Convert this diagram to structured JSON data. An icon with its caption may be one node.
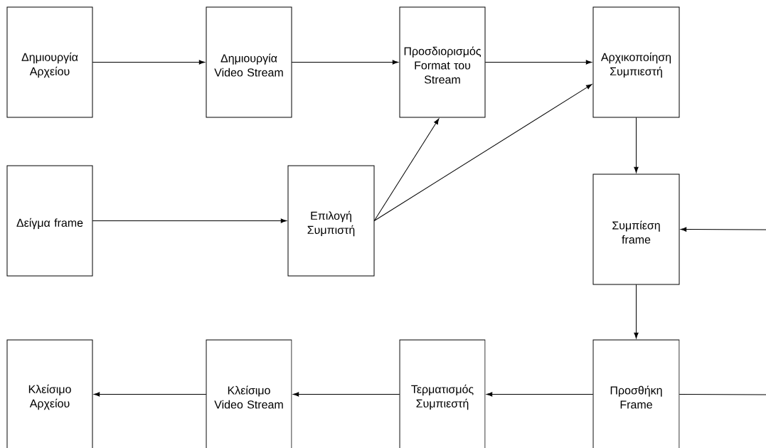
{
  "diagram": {
    "nodes": [
      {
        "text": [
          "Δημιουργία Αρχείου"
        ]
      },
      {
        "text": [
          "Δημιουργία Video Stream"
        ]
      },
      {
        "text": [
          "Προσδιορισμός Format του Stream"
        ]
      },
      {
        "text": [
          "Αρχικοποίηση Συμπιεστή"
        ]
      },
      {
        "text": [
          "Δείγμα frame"
        ]
      },
      {
        "text": [
          "Επιλογή Συμπιστή"
        ]
      },
      {
        "text": [
          "Συμπίεση frame"
        ]
      },
      {
        "text": [
          "Κλείσιμο Αρχείου"
        ]
      },
      {
        "text": [
          "Κλείσιμο Video Stream"
        ]
      },
      {
        "text": [
          "Τερματισμός Συμπιεστή"
        ]
      },
      {
        "text": [
          "Προσθήκη Frame"
        ]
      }
    ],
    "edges": [
      {
        "from": 0,
        "to": 1,
        "arrow": "to"
      },
      {
        "from": 1,
        "to": 2,
        "arrow": "to"
      },
      {
        "from": 2,
        "to": 3,
        "arrow": "to"
      },
      {
        "from": 4,
        "to": 5,
        "arrow": "to"
      },
      {
        "from": 5,
        "to": 2,
        "arrow": "to"
      },
      {
        "from": 5,
        "to": 3,
        "arrow": "to"
      },
      {
        "from": 3,
        "to": 6,
        "arrow": "to"
      },
      {
        "from": null,
        "to": 6,
        "arrow": "to"
      },
      {
        "from": 6,
        "to": 10,
        "arrow": "to"
      },
      {
        "from": 10,
        "to": 9,
        "arrow": "to"
      },
      {
        "from": 9,
        "to": 8,
        "arrow": "to"
      },
      {
        "from": 8,
        "to": 7,
        "arrow": "to"
      },
      {
        "from": 10,
        "to": null,
        "arrow": "none"
      }
    ]
  }
}
